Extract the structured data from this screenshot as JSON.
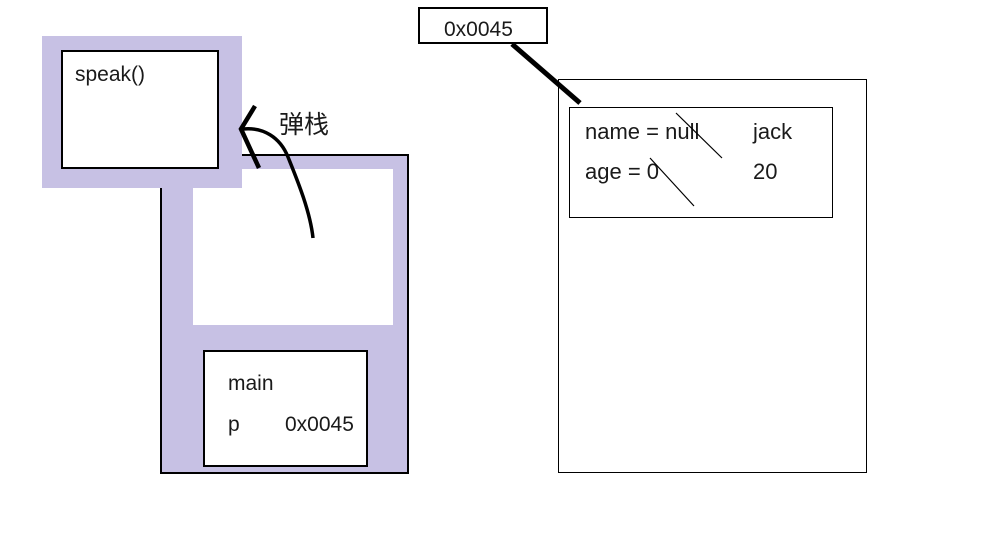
{
  "colors": {
    "frame_fill": "#c7c1e4",
    "line": "#000000"
  },
  "stack": {
    "speak_frame_label": "speak()",
    "pop_label": "弹栈",
    "main_frame": {
      "title": "main",
      "var_name": "p",
      "var_value": "0x0045"
    }
  },
  "heap": {
    "address_tag": "0x0045",
    "object_fields": [
      {
        "decl": "name = null",
        "new_value": "jack"
      },
      {
        "decl": "age = 0",
        "new_value": "20"
      }
    ]
  }
}
